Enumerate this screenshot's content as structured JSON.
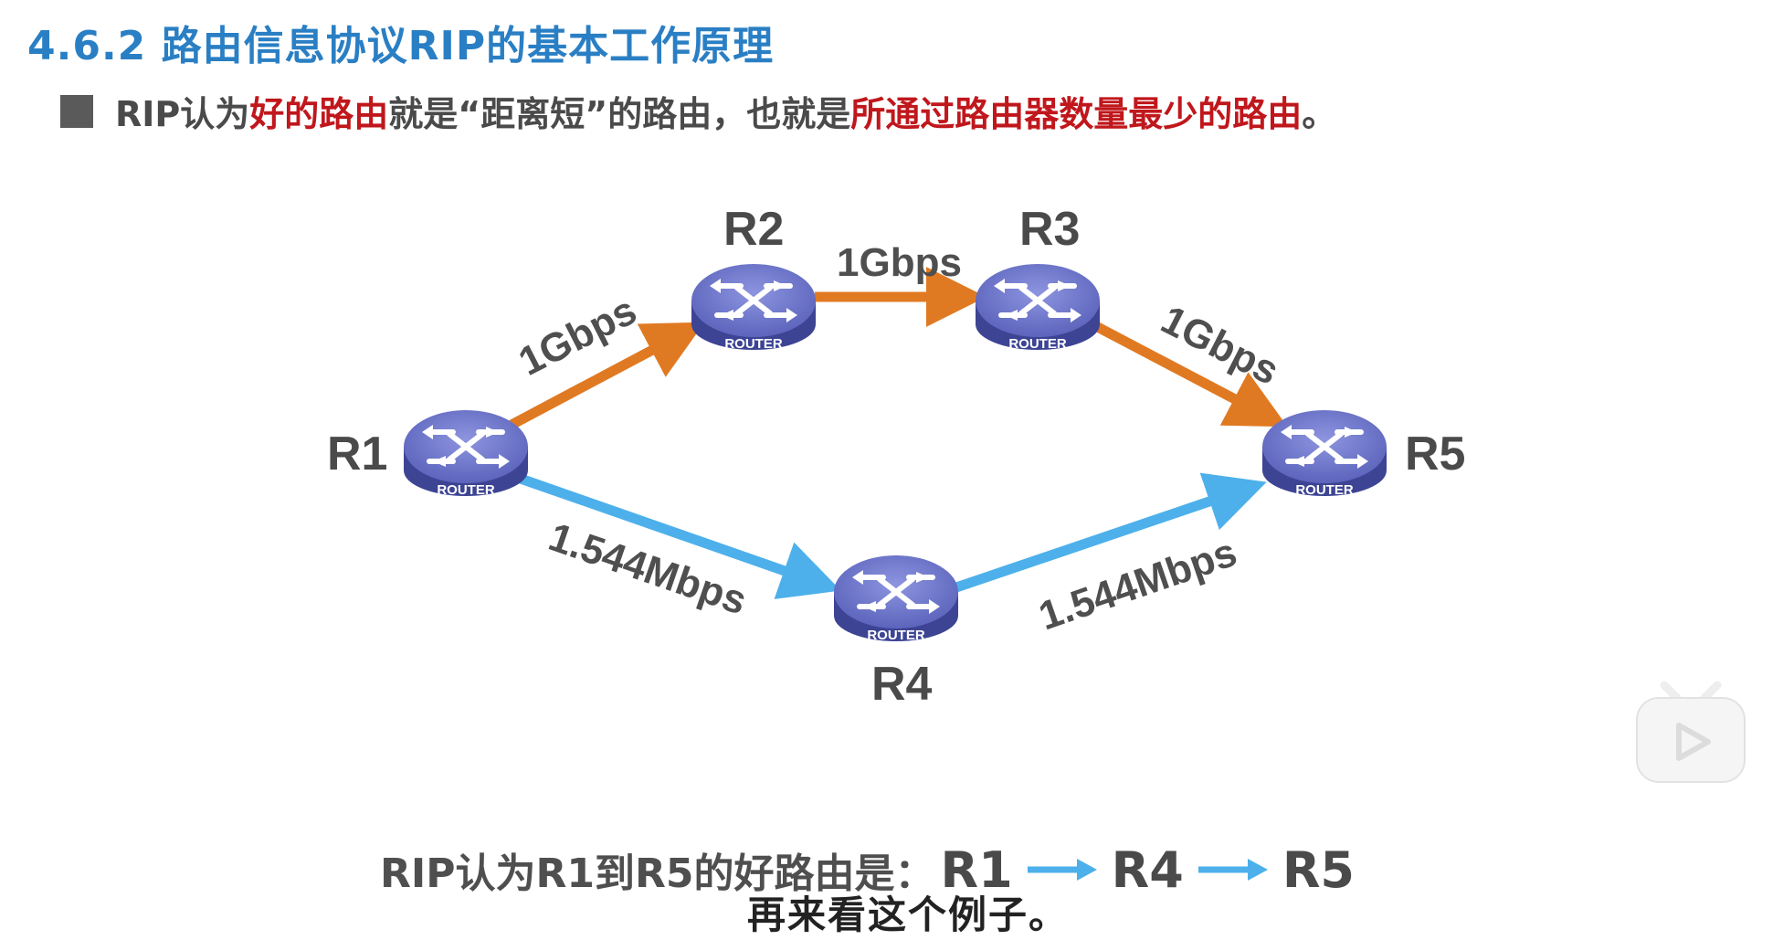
{
  "header": {
    "title": "4.6.2 路由信息协议RIP的基本工作原理"
  },
  "bullet": {
    "part1": "RIP认为",
    "part2_highlight": "好的路由",
    "part3": "就是“距离短”的路由，也就是",
    "part4_highlight": "所通过路由器数量最少的路由",
    "part5": "。"
  },
  "diagram": {
    "router_caption": "ROUTER",
    "routers": {
      "r1": "R1",
      "r2": "R2",
      "r3": "R3",
      "r4": "R4",
      "r5": "R5"
    },
    "links": {
      "r1_r2": "1Gbps",
      "r2_r3": "1Gbps",
      "r3_r5": "1Gbps",
      "r1_r4": "1.544Mbps",
      "r4_r5": "1.544Mbps"
    },
    "colors": {
      "fast_link": "#e07a22",
      "slow_link": "#4db0ea",
      "router_body": "#5b62b8",
      "router_top": "#7c84d6"
    }
  },
  "conclusion": {
    "text": "RIP认为R1到R5的好路由是：",
    "path": [
      "R1",
      "R4",
      "R5"
    ]
  },
  "subtitle": "再来看这个例子。",
  "player": {
    "icon": "play-icon"
  }
}
